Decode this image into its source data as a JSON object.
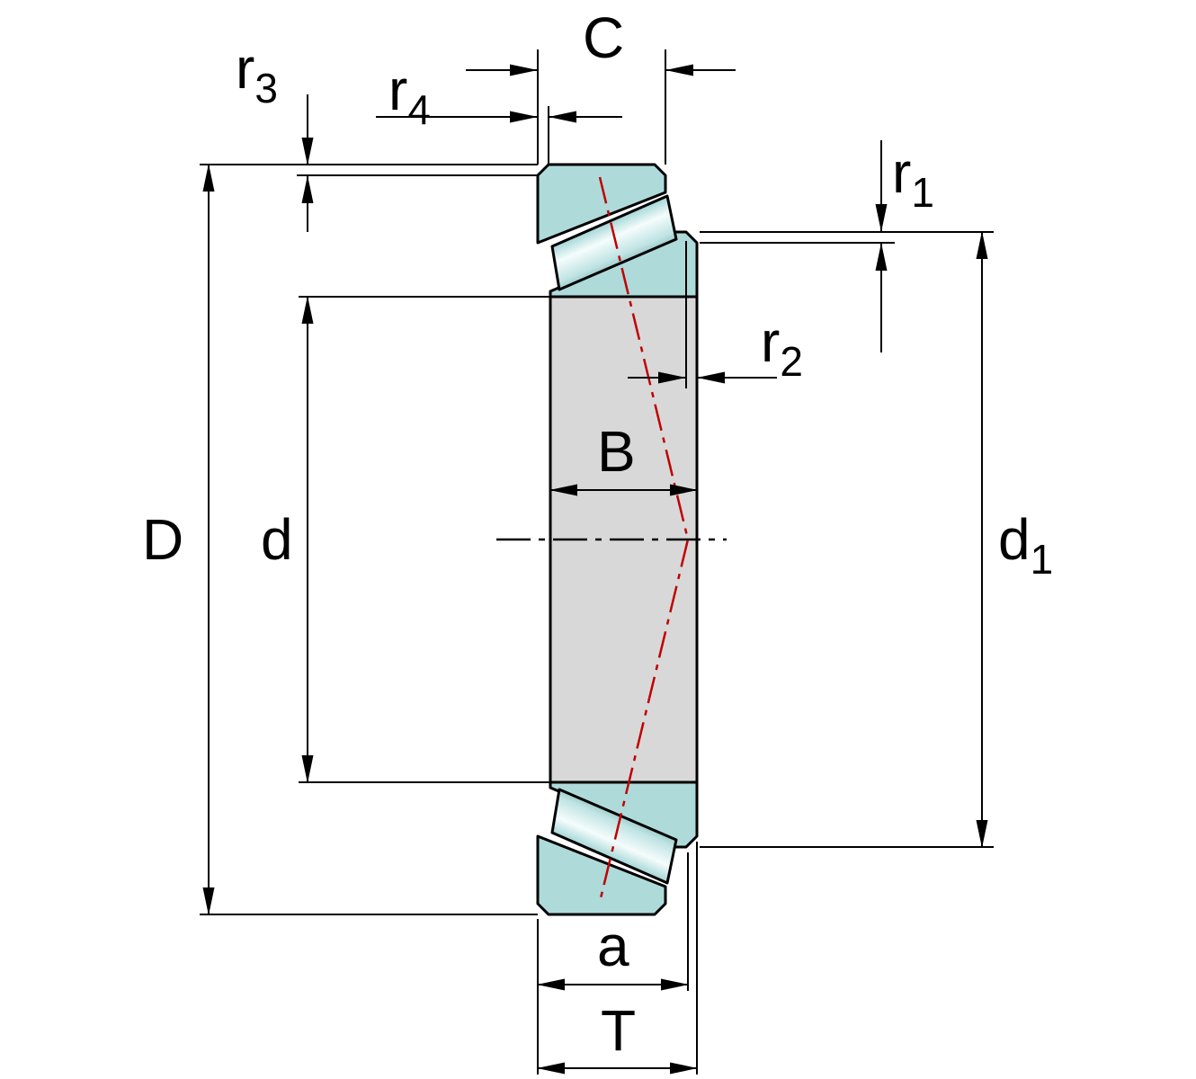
{
  "diagram": {
    "kind": "technical-drawing",
    "subject": "tapered-roller-bearing-cross-section"
  },
  "labels": {
    "D": {
      "base": "D",
      "sub": ""
    },
    "d": {
      "base": "d",
      "sub": ""
    },
    "d1": {
      "base": "d",
      "sub": "1"
    },
    "B": {
      "base": "B",
      "sub": ""
    },
    "C": {
      "base": "C",
      "sub": ""
    },
    "T": {
      "base": "T",
      "sub": ""
    },
    "a": {
      "base": "a",
      "sub": ""
    },
    "r1": {
      "base": "r",
      "sub": "1"
    },
    "r2": {
      "base": "r",
      "sub": "2"
    },
    "r3": {
      "base": "r",
      "sub": "3"
    },
    "r4": {
      "base": "r",
      "sub": "4"
    }
  },
  "colors": {
    "ring": "#aedada",
    "bore": "#d8d8d8",
    "outline": "#000000",
    "pressure_line": "#c00000",
    "background": "#ffffff"
  }
}
